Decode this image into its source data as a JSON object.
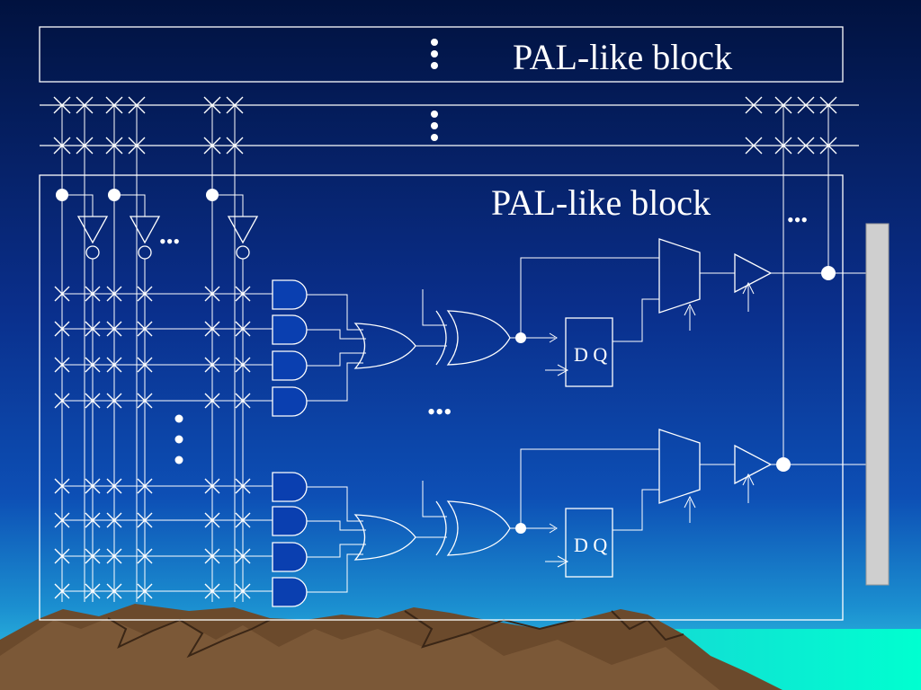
{
  "slide": {
    "colors": {
      "background_top": "#01123f",
      "background_mid": "#0b3ca6",
      "background_bottom": "#2cc4e2",
      "accent_water": "#00f5d0",
      "mountain": "#6b4a2c",
      "bus": "#cfcfcf",
      "and_gate": "#0a3fb0",
      "wire": "#ffffff"
    }
  },
  "diagram": {
    "top_block_label": "PAL-like block",
    "main_block_label": "PAL-like block",
    "macrocells": [
      {
        "flipflop_label": "D Q"
      },
      {
        "flipflop_label": "D Q"
      }
    ],
    "ellipsis_glyph": "•••"
  }
}
